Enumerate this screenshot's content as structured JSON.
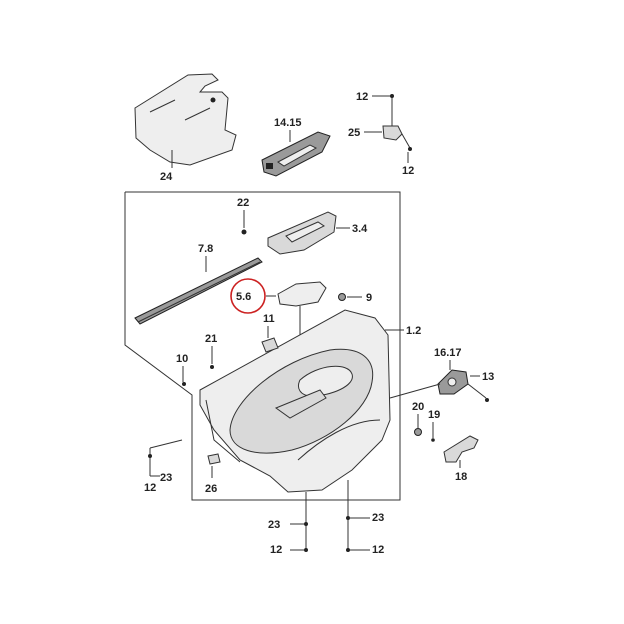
{
  "callouts": {
    "c24": "24",
    "c14_15": "14.15",
    "c12_top": "12",
    "c25": "25",
    "c12_top_b": "12",
    "c22": "22",
    "c3_4": "3.4",
    "c7_8": "7.8",
    "c5_6": "5.6",
    "c9": "9",
    "c1_2": "1.2",
    "c11": "11",
    "c21": "21",
    "c10": "10",
    "c16_17": "16.17",
    "c13": "13",
    "c20": "20",
    "c19": "19",
    "c18": "18",
    "c12_left": "12",
    "c23_left": "23",
    "c26": "26",
    "c23_b1": "23",
    "c12_b1": "12",
    "c23_b2": "23",
    "c12_b2": "12"
  },
  "colors": {
    "highlight_circle": "#cc2222",
    "line": "#333333"
  }
}
